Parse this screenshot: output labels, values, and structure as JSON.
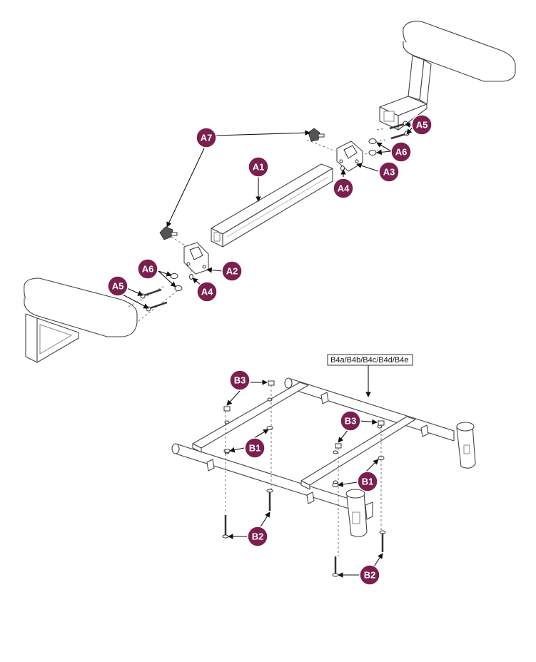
{
  "callouts": {
    "a7": "A7",
    "a1": "A1",
    "a5_right": "A5",
    "a6_right": "A6",
    "a3": "A3",
    "a4_right": "A4",
    "a6_left": "A6",
    "a2": "A2",
    "a5_left": "A5",
    "a4_left": "A4",
    "b3_left": "B3",
    "b3_right": "B3",
    "b1_left": "B1",
    "b1_right": "B1",
    "b2_left": "B2",
    "b2_right": "B2"
  },
  "frame_label": "B4a/B4b/B4c/B4d/B4e",
  "colors": {
    "callout_fill": "#7b1f4e",
    "callout_text": "#ffffff",
    "line": "#444444"
  }
}
